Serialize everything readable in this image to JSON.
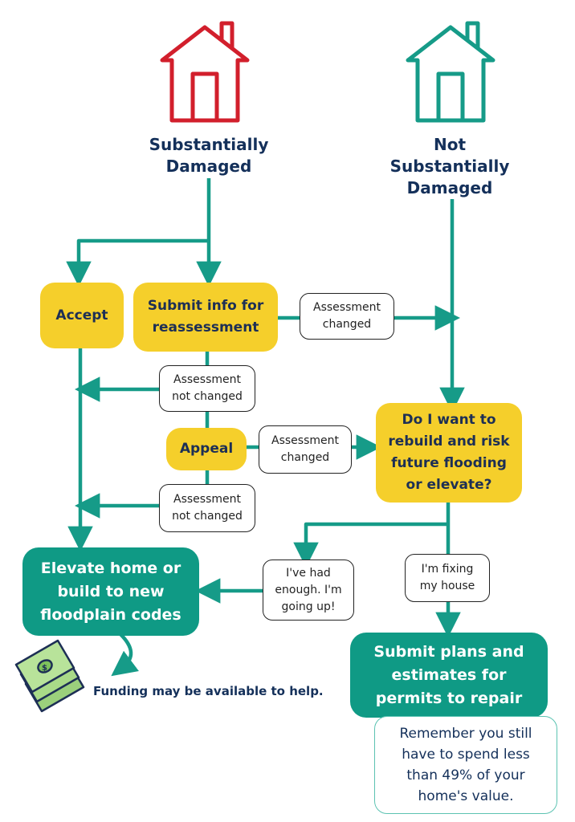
{
  "headings": {
    "left": "Substantially Damaged",
    "right": "Not Substantially Damaged"
  },
  "nodes": {
    "accept": "Accept",
    "submit_info": "Submit info for reassessment",
    "appeal": "Appeal",
    "decision": "Do I want to rebuild and risk future flooding or elevate?",
    "elevate": "Elevate home or build to new floodplain codes",
    "submit_plans": "Submit plans and estimates for permits to repair"
  },
  "edge_labels": {
    "assessment_changed_1": "Assessment\nchanged",
    "assessment_not_changed_1": "Assessment\nnot changed",
    "assessment_changed_2": "Assessment\nchanged",
    "assessment_not_changed_2": "Assessment\nnot changed",
    "going_up": "I've had\nenough. I'm\ngoing up!",
    "fixing": "I'm fixing\nmy house"
  },
  "note": "Remember you still have to spend less than 49% of your home's value.",
  "funding": "Funding may be available to help.",
  "icons": [
    "house-red-icon",
    "house-teal-icon",
    "money-icon",
    "curved-arrow-icon"
  ],
  "colors": {
    "yellow": "#f5cf2b",
    "teal": "#0f9a85",
    "arrow": "#169b88",
    "navy": "#14305a",
    "red": "#d21f2c"
  }
}
